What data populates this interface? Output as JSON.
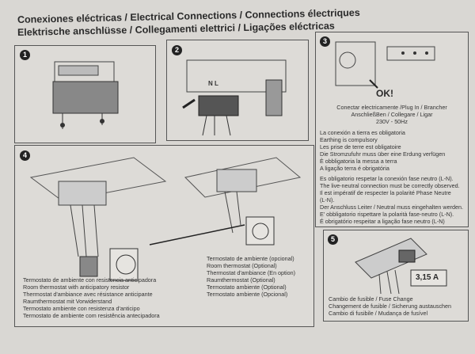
{
  "header": {
    "line1": "Conexiones eléctricas / Electrical Connections / Connections électriques",
    "line2": "Elektrische anschlüsse / Collegamenti elettrici / Ligações eléctricas"
  },
  "steps": {
    "s1": "1",
    "s2": "2",
    "s3": "3",
    "s4": "4",
    "s5": "5"
  },
  "step2": {
    "terminal_label": "N L"
  },
  "step3": {
    "ok": "OK!",
    "plug": [
      "Conectar electricamente /Plug In / Brancher",
      "AnschließBen / Collegare / Ligar",
      "230V - 50Hz"
    ],
    "earthing": [
      "La conexión a tierra es obligatoria",
      "Earthing is compulsory",
      "Les prise de terre est obligatoire",
      "Die Stromzufuhr muss über eine Erdung verfügen",
      "È obbligatoria la messa a terra",
      "A ligação terra é obrigatória"
    ],
    "polarity": [
      "Es obligatorio respetar la conexión fase neutro (L-N).",
      "The live-neutral connection must be correctly observed.",
      "Il est impératif de respecter la polarité Phase Neutre",
      "(L-N).",
      "Der Anschluss Leiter / Neutral muss eingehalten werden.",
      "E' obbligatorio rispettare la polarità fase-neutro (L-N).",
      "É obrigatório respeitar a ligação fase neutro (L-N)"
    ]
  },
  "step4": {
    "left": [
      "Termostato de ambiente con resistencia anticipadora",
      "Room thermostat with anticipatory resistor",
      "Thermostat d'ambiance avec résistance anticipante",
      "Raumthermostat mit Vorwiderstand",
      "Termostato ambiente con resistenza d'anticipo",
      "Termostato de ambiente com resistência antecipadora"
    ],
    "right": [
      "Termostato de ambiente (opcional)",
      "Room thermostat (Optional)",
      "Thermostat d'ambiance (En option)",
      "Raumthermostat (Optional)",
      "Termostato ambiente (Optional)",
      "Termostato ambiente (Opcional)"
    ]
  },
  "step5": {
    "fuse": "3,15 A",
    "lines": [
      "Cambio de fusible / Fuse Change",
      "Changement de fusible / Sicherung austauschen",
      "Cambio di fusibile / Mudança de fusível"
    ]
  }
}
